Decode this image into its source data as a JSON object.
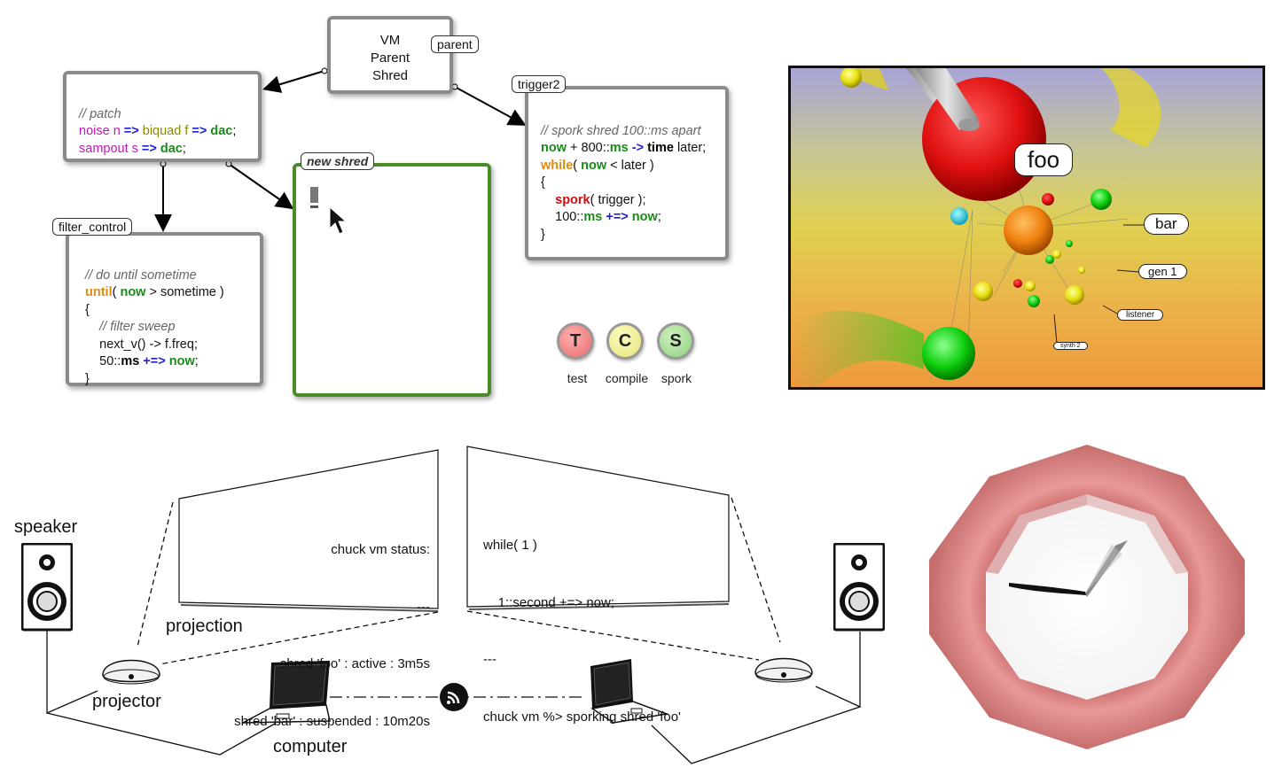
{
  "code_editor": {
    "vm_node": {
      "lines": [
        "VM",
        "Parent",
        "Shred"
      ],
      "tag": "parent"
    },
    "patch_box": {
      "comment": "// patch",
      "line1": {
        "a": "noise n ",
        "b": "=>",
        "c": " biquad f ",
        "d": "=>",
        "e": " dac",
        "f": ";"
      },
      "line2": {
        "a": "sampout s ",
        "b": "=>",
        "c": " dac",
        "d": ";"
      }
    },
    "trigger_box": {
      "tag": "trigger2",
      "comment": "// spork shred 100::ms apart",
      "l1": {
        "a": "now",
        "b": " + 800::",
        "c": "ms",
        "d": " ->",
        "e": " time",
        "f": " later;"
      },
      "l2": {
        "a": "while",
        "b": "( ",
        "c": "now",
        "d": " < later )"
      },
      "l3": "{",
      "l4": {
        "a": "spork",
        "b": "( trigger );"
      },
      "l5": {
        "a": "100::",
        "b": "ms",
        "c": " +=>",
        "d": " now",
        "e": ";"
      },
      "l6": "}"
    },
    "new_shred": {
      "tag": "new shred"
    },
    "filter_box": {
      "tag": "filter_control",
      "comment": "// do until sometime",
      "l1": {
        "a": "until",
        "b": "( ",
        "c": "now",
        "d": " > sometime )"
      },
      "l2": "{",
      "l3": "// filter sweep",
      "l4": "next_v() -> f.freq;",
      "l5": {
        "a": "50::",
        "b": "ms",
        "c": " +=>",
        "d": " now",
        "e": ";"
      },
      "l6": "}"
    },
    "buttons": [
      {
        "letter": "T",
        "label": "test",
        "color": "#e86a6a"
      },
      {
        "letter": "C",
        "label": "compile",
        "color": "#e6e47a"
      },
      {
        "letter": "S",
        "label": "spork",
        "color": "#8ed07c"
      }
    ]
  },
  "visualizer": {
    "labels": {
      "foo": "foo",
      "bar": "bar",
      "gen1": "gen 1",
      "listener": "listener",
      "synth2": "synth 2"
    }
  },
  "setup": {
    "left_screen": {
      "lines": [
        "chuck vm status:",
        "---",
        "shred 'foo' : active : 3m5s",
        "shred 'bar' : suspended : 10m20s"
      ]
    },
    "right_screen": {
      "lines": [
        "while( 1 )",
        "    1::second +=> now;",
        "---",
        "chuck vm %> sporking shred 'foo'"
      ]
    },
    "labels": {
      "speaker": "speaker",
      "projection": "projection",
      "projector": "projector",
      "computer": "computer"
    }
  }
}
